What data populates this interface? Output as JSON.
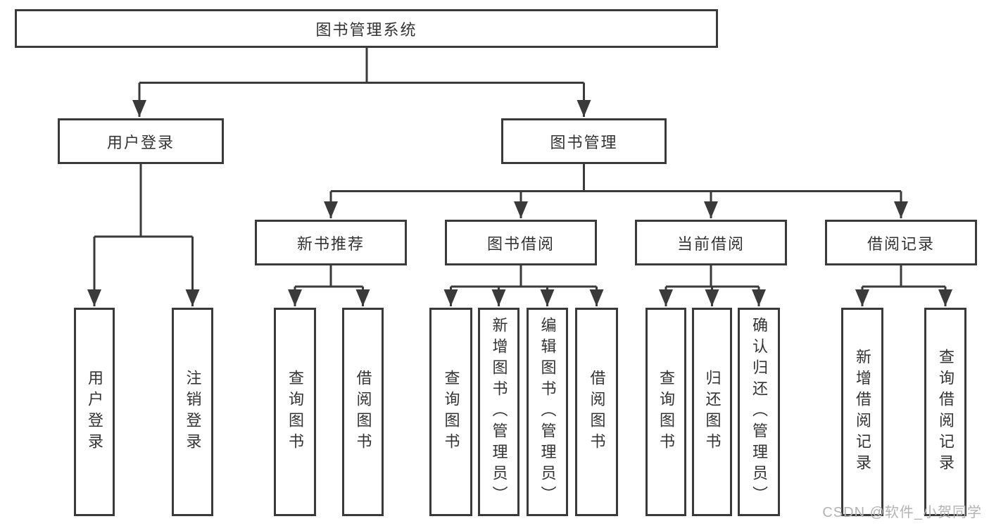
{
  "tree": {
    "root": {
      "label": "图书管理系统"
    },
    "branches": [
      {
        "label": "用户登录",
        "children": [
          {
            "label": "用户登录"
          },
          {
            "label": "注销登录"
          }
        ]
      },
      {
        "label": "图书管理",
        "groups": [
          {
            "label": "新书推荐",
            "children": [
              {
                "label": "查询图书"
              },
              {
                "label": "借阅图书"
              }
            ]
          },
          {
            "label": "图书借阅",
            "children": [
              {
                "label": "查询图书"
              },
              {
                "label": "新增图书（管理员）"
              },
              {
                "label": "编辑图书（管理员）"
              },
              {
                "label": "借阅图书"
              }
            ]
          },
          {
            "label": "当前借阅",
            "children": [
              {
                "label": "查询图书"
              },
              {
                "label": "归还图书"
              },
              {
                "label": "确认归还（管理员）"
              }
            ]
          },
          {
            "label": "借阅记录",
            "children": [
              {
                "label": "新增借阅记录"
              },
              {
                "label": "查询借阅记录"
              }
            ]
          }
        ]
      }
    ]
  },
  "watermark": {
    "text": "CSDN @软件_小贺同学"
  },
  "colors": {
    "line": "#3a3a3a",
    "text": "#333333",
    "background": "#ffffff",
    "watermark": "#b3b3b3"
  }
}
